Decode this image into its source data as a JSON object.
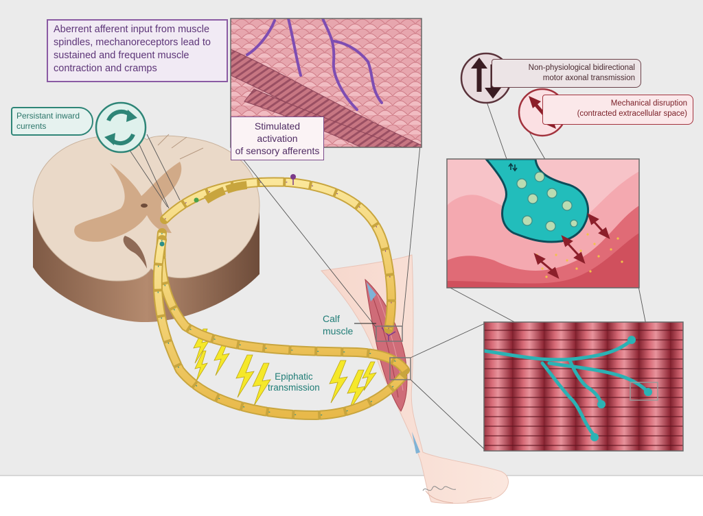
{
  "labels": {
    "aberrant_afferent": "Aberrent afferent input from muscle\nspindles, mechanoreceptors lead to\nsustained and frequent muscle\ncontraction and cramps",
    "persistent_inward": "Persistant inward\ncurrents",
    "stimulated_activation": "Stimulated activation\nof sensory afferents",
    "bidirectional": "Non-physiological bidirectional\nmotor axonal transmission",
    "mechanical": "Mechanical disruption\n(contracted extracellular space)",
    "calf_muscle": "Calf\nmuscle",
    "ephaptic": "Epiphatic\ntransmission"
  },
  "icons": {
    "cycle": "circular-arrows-icon",
    "bidirectional": "up-down-arrows-icon",
    "mechanical": "double-headed-arrow-icon",
    "lightning": "lightning-bolt-icon"
  },
  "colors": {
    "purple": "#8a5aa3",
    "teal": "#2e8577",
    "maroon": "#6a4048",
    "crimson": "#a2323d",
    "nerve_yellow": "#f3d270",
    "muscle_red": "#b8424e",
    "spine_beige": "#ead9c8"
  }
}
